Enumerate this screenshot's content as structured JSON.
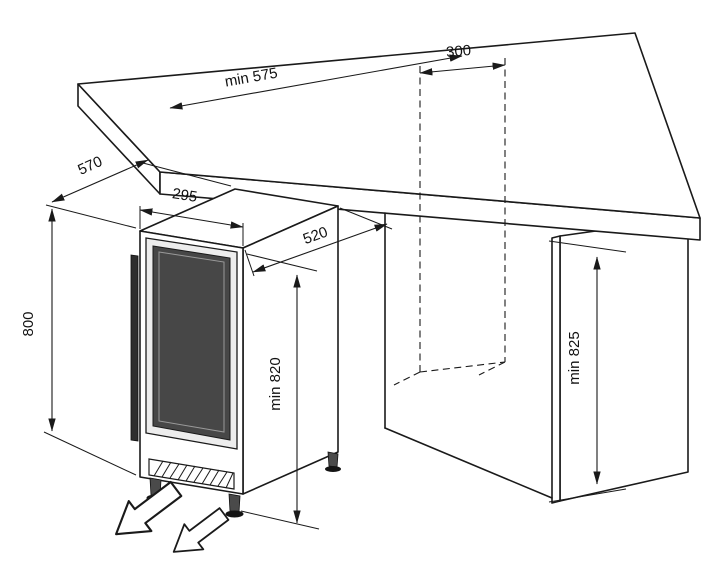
{
  "diagram": {
    "labels": {
      "counter_min_depth": "min 575",
      "niche_recess_width": "300",
      "appliance_total_depth": "570",
      "appliance_width": "295",
      "appliance_body_depth": "520",
      "appliance_height": "800",
      "niche_min_height": "min 820",
      "undercounter_min_height": "min 825"
    },
    "colors": {
      "line": "#1a1a1a",
      "door_glass": "#474747",
      "door_frame": "#ededed",
      "handle": "#2e2e2e",
      "background": "#ffffff"
    },
    "icons": {
      "direction_arrows": "double-outline-arrow-pointing-front-left"
    }
  }
}
